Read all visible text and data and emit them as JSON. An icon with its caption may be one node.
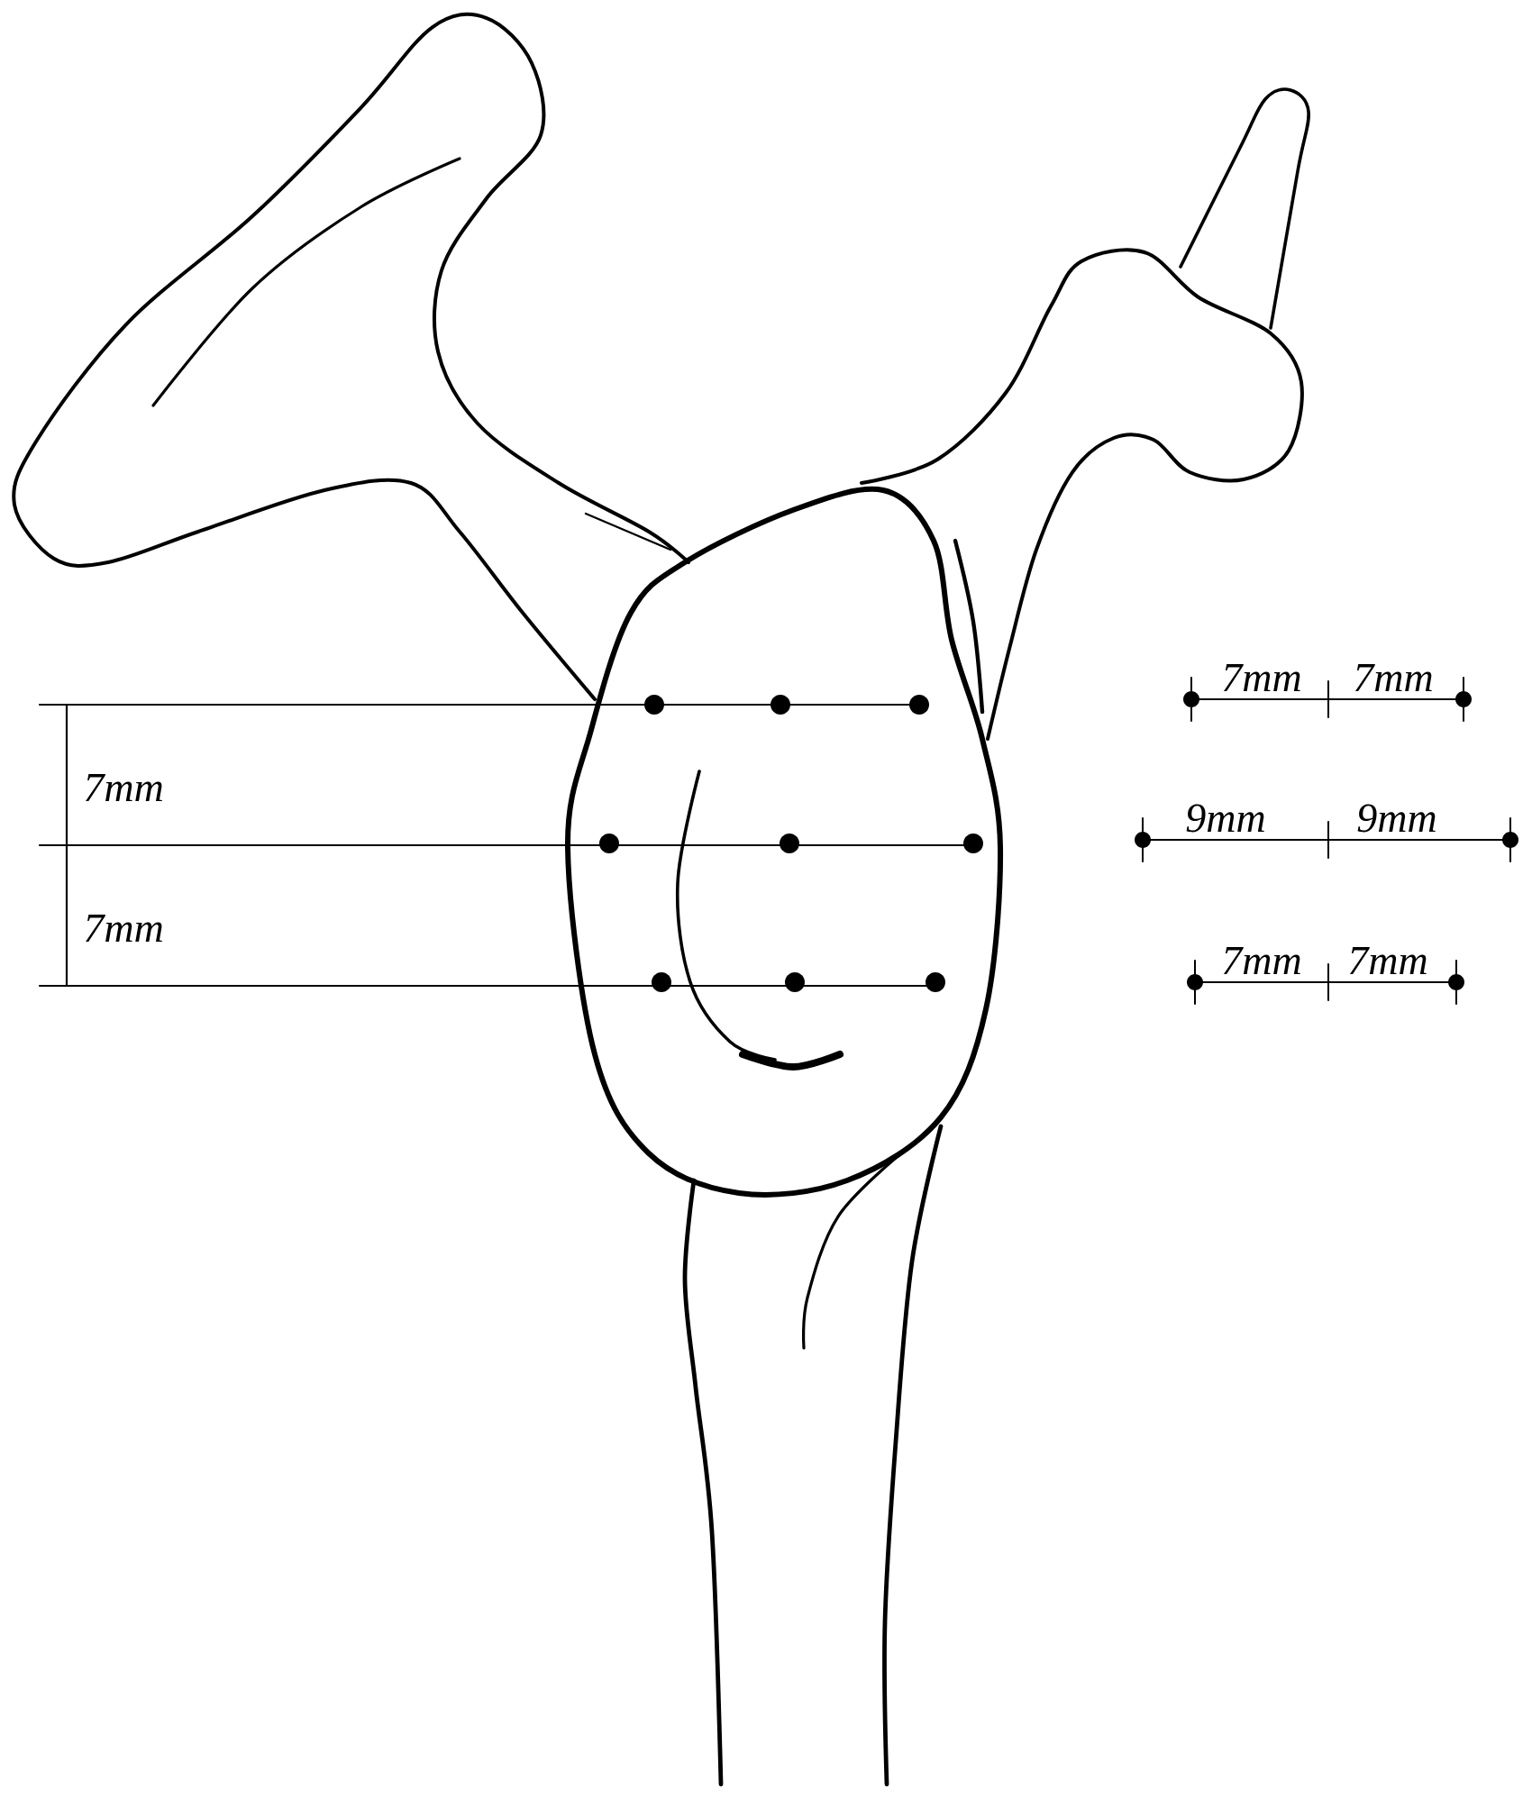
{
  "diagram": {
    "labels": [
      "7mm",
      "7mm",
      "7mm",
      "9mm",
      "9mm",
      "7mm",
      "7mm",
      "7mm"
    ]
  }
}
